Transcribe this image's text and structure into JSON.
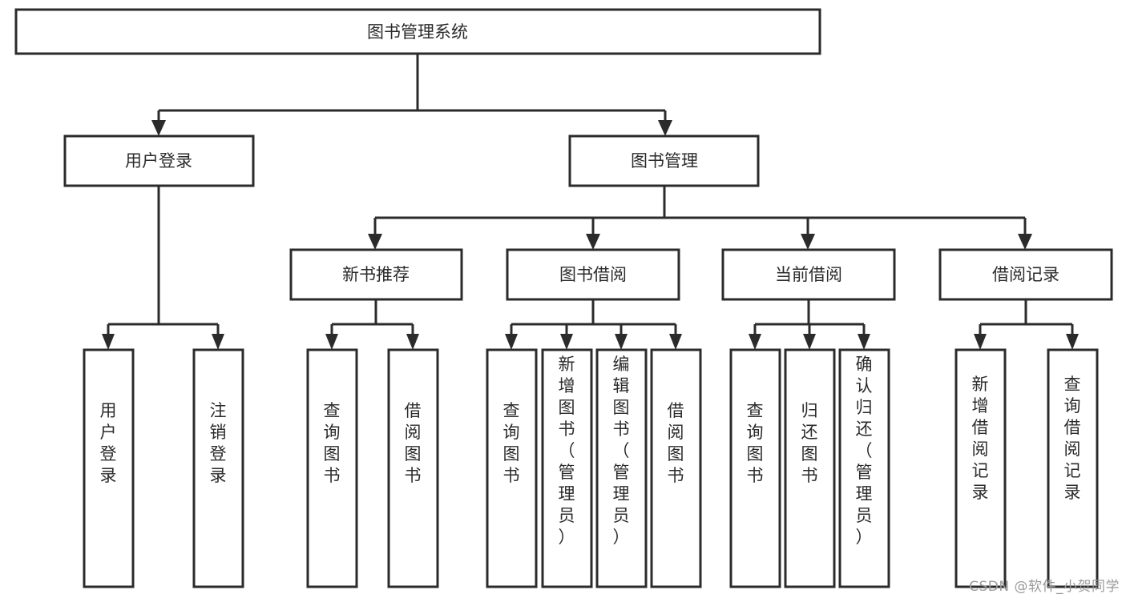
{
  "diagram": {
    "type": "tree-hierarchy",
    "title": "图书管理系统",
    "orientation": "top-down",
    "levels": 3,
    "root": {
      "label": "图书管理系统",
      "id": "root"
    },
    "level1": [
      {
        "id": "user-login",
        "label": "用户登录"
      },
      {
        "id": "book-management",
        "label": "图书管理"
      }
    ],
    "level2": [
      {
        "id": "new-book-recommend",
        "label": "新书推荐",
        "parent": "book-management"
      },
      {
        "id": "book-borrow",
        "label": "图书借阅",
        "parent": "book-management"
      },
      {
        "id": "current-borrow",
        "label": "当前借阅",
        "parent": "book-management"
      },
      {
        "id": "borrow-record",
        "label": "借阅记录",
        "parent": "book-management"
      }
    ],
    "leaves": {
      "user-login": [
        {
          "id": "leaf-user-login",
          "label": "用户登录"
        },
        {
          "id": "leaf-logout-login",
          "label": "注销登录"
        }
      ],
      "new-book-recommend": [
        {
          "id": "leaf-query-book-1",
          "label": "查询图书"
        },
        {
          "id": "leaf-borrow-book-1",
          "label": "借阅图书"
        }
      ],
      "book-borrow": [
        {
          "id": "leaf-query-book-2",
          "label": "查询图书"
        },
        {
          "id": "leaf-add-book",
          "label": "新增图书（管理员）"
        },
        {
          "id": "leaf-edit-book",
          "label": "编辑图书（管理员）"
        },
        {
          "id": "leaf-borrow-book-2",
          "label": "借阅图书"
        }
      ],
      "current-borrow": [
        {
          "id": "leaf-query-book-3",
          "label": "查询图书"
        },
        {
          "id": "leaf-return-book",
          "label": "归还图书"
        },
        {
          "id": "leaf-confirm-return",
          "label": "确认归还（管理员）"
        }
      ],
      "borrow-record": [
        {
          "id": "leaf-add-record",
          "label": "新增借阅记录"
        },
        {
          "id": "leaf-query-record",
          "label": "查询借阅记录"
        }
      ]
    }
  },
  "watermark": {
    "label": "CSDN @软件_小贺同学"
  },
  "colors": {
    "box_stroke": "#2b2b2b",
    "box_fill": "#ffffff",
    "text": "#2b2b2b",
    "background": "#ffffff",
    "watermark": "#9a9a9a"
  }
}
